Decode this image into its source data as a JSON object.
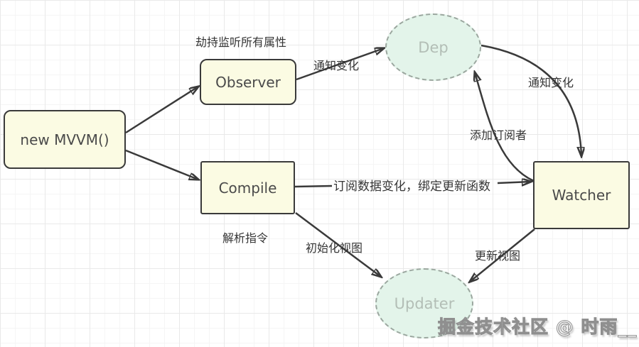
{
  "nodes": {
    "mvvm": {
      "label": "new MVVM()"
    },
    "observer": {
      "label": "Observer"
    },
    "compile": {
      "label": "Compile"
    },
    "watcher": {
      "label": "Watcher"
    },
    "dep": {
      "label": "Dep"
    },
    "updater": {
      "label": "Updater"
    }
  },
  "labels": {
    "observer_caption": "劫持监听所有属性",
    "observer_to_dep": "通知变化",
    "dep_to_watcher": "通知变化",
    "watcher_to_dep": "添加订阅者",
    "compile_to_watcher": "订阅数据变化，绑定更新函数",
    "compile_caption": "解析指令",
    "compile_to_updater": "初始化视图",
    "watcher_to_updater": "更新视图"
  },
  "watermark": "掘金技术社区 @ 时雨__",
  "colors": {
    "node_fill": "#fbfbe3",
    "node_border": "#3a3a3a",
    "ellipse_fill": "#e3f4ea",
    "ellipse_border": "#9ba79f",
    "ellipse_text": "#b3beb6",
    "label_text": "#353535",
    "arrow": "#3a3a3a",
    "grid_line": "#e9e9e9",
    "background": "#ffffff"
  }
}
